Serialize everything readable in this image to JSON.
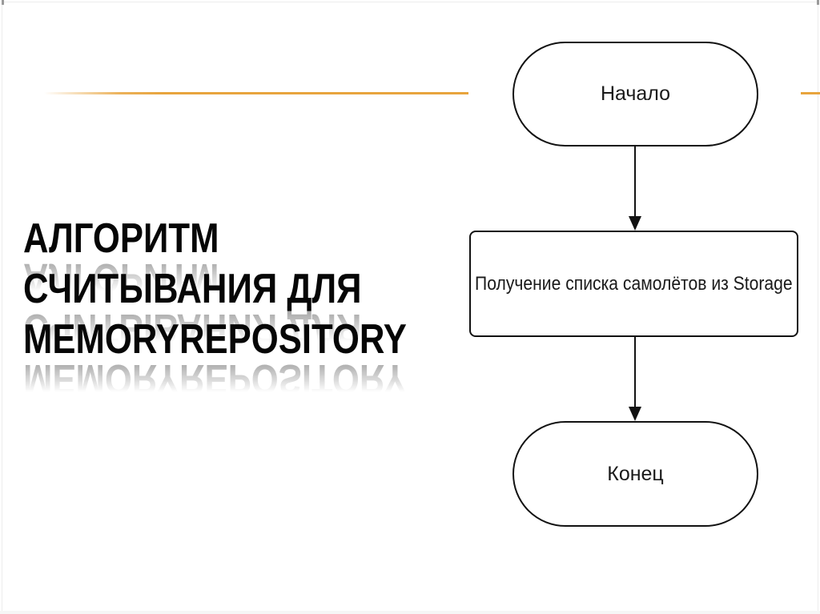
{
  "slide": {
    "accent_color": "#E8A43D",
    "title": {
      "lines": [
        "АЛГОРИТМ",
        "СЧИТЫВАНИЯ ДЛЯ",
        "MEMORYREPOSITORY"
      ],
      "full_text": "АЛГОРИТМ СЧИТЫВАНИЯ ДЛЯ MEMORYREPOSITORY"
    }
  },
  "flowchart": {
    "stroke_color": "#121212",
    "nodes": [
      {
        "type": "terminator",
        "label": "Начало"
      },
      {
        "type": "process",
        "label": "Получение списка самолётов из Storage"
      },
      {
        "type": "terminator",
        "label": "Конец"
      }
    ],
    "edges": [
      {
        "from": "Начало",
        "to": "Получение списка самолётов из Storage"
      },
      {
        "from": "Получение списка самолётов из Storage",
        "to": "Конец"
      }
    ]
  }
}
